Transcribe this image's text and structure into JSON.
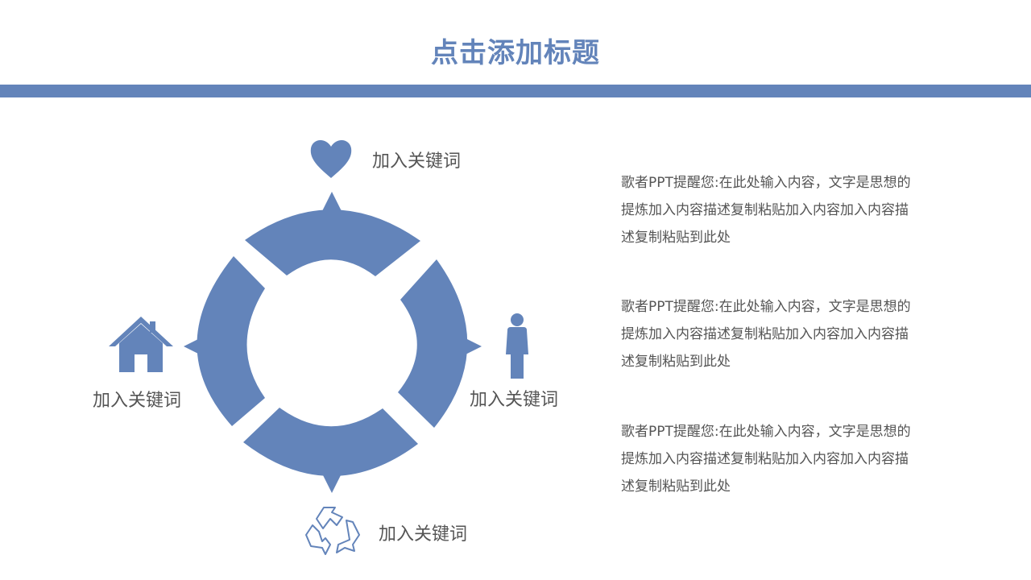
{
  "title": "点击添加标题",
  "colors": {
    "accent": "#6384ba",
    "text": "#555555",
    "background": "#ffffff"
  },
  "keywords": {
    "top": "加入关键词",
    "left": "加入关键词",
    "right": "加入关键词",
    "bottom": "加入关键词"
  },
  "icons": {
    "top": "heart-icon",
    "left": "house-icon",
    "right": "person-icon",
    "bottom": "recycle-icon"
  },
  "paragraphs": [
    "歌者PPT提醒您:在此处输入内容，文字是思想的提炼加入内容描述复制粘贴加入内容加入内容描述复制粘贴到此处",
    "歌者PPT提醒您:在此处输入内容，文字是思想的提炼加入内容描述复制粘贴加入内容加入内容描述复制粘贴到此处",
    "歌者PPT提醒您:在此处输入内容，文字是思想的提炼加入内容描述复制粘贴加入内容加入内容描述复制粘贴到此处"
  ]
}
